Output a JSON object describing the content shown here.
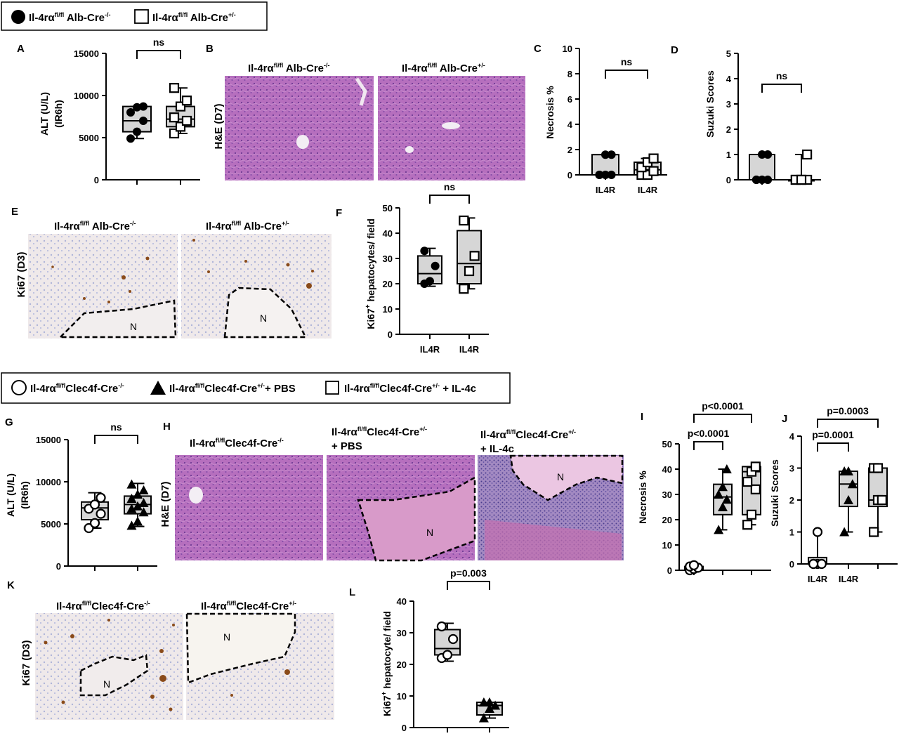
{
  "legend_top": [
    {
      "symbol": "filled-circle",
      "label": "Il-4rα",
      "sup": "fl/fl",
      "label2": " Alb-Cre",
      "sup2": "-/-"
    },
    {
      "symbol": "open-square",
      "label": "Il-4rα",
      "sup": "fl/fl",
      "label2": " Alb-Cre",
      "sup2": "+/-"
    }
  ],
  "legend_mid": [
    {
      "symbol": "open-circle",
      "label": "Il-4rα",
      "sup": "fl/fl",
      "label2": "Clec4f-Cre",
      "sup2": "-/-",
      "label3": ""
    },
    {
      "symbol": "filled-triangle",
      "label": "Il-4rα",
      "sup": "fl/fl",
      "label2": "Clec4f-Cre",
      "sup2": "+/-",
      "label3": "+ PBS"
    },
    {
      "symbol": "open-square",
      "label": "Il-4rα",
      "sup": "fl/fl",
      "label2": "Clec4f-Cre",
      "sup2": "+/-",
      "label3": " + IL-4c"
    }
  ],
  "panels": {
    "A": "A",
    "B": "B",
    "C": "C",
    "D": "D",
    "E": "E",
    "F": "F",
    "G": "G",
    "H": "H",
    "I": "I",
    "J": "J",
    "K": "K",
    "L": "L"
  },
  "image_panels": {
    "B": {
      "ylabel": "H&E (D7)",
      "titles": [
        {
          "label": "Il-4rα",
          "sup": "fl/fl",
          "label2": " Alb-Cre",
          "sup2": "-/-"
        },
        {
          "label": "Il-4rα",
          "sup": "fl/fl",
          "label2": " Alb-Cre",
          "sup2": "+/-"
        }
      ]
    },
    "E": {
      "ylabel": "Ki67 (D3)",
      "titles": [
        {
          "label": "Il-4rα",
          "sup": "fl/fl",
          "label2": " Alb-Cre",
          "sup2": "-/-"
        },
        {
          "label": "Il-4rα",
          "sup": "fl/fl",
          "label2": " Alb-Cre",
          "sup2": "+/-"
        }
      ],
      "region_label": "N"
    },
    "H": {
      "ylabel": "H&E (D7)",
      "titles": [
        {
          "label": "Il-4rα",
          "sup": "fl/fl",
          "label2": "Clec4f-Cre",
          "sup2": "-/-",
          "line2": ""
        },
        {
          "label": "Il-4rα",
          "sup": "fl/fl",
          "label2": "Clec4f-Cre",
          "sup2": "+/-",
          "line2": "+ PBS"
        },
        {
          "label": "Il-4rα",
          "sup": "fl/fl",
          "label2": "Clec4f-Cre",
          "sup2": "+/-",
          "line2": "+ IL-4c"
        }
      ],
      "region_label": "N"
    },
    "K": {
      "ylabel": "Ki67 (D3)",
      "titles": [
        {
          "label": "Il-4rα",
          "sup": "fl/fl",
          "label2": "Clec4f-Cre",
          "sup2": "-/-"
        },
        {
          "label": "Il-4rα",
          "sup": "fl/fl",
          "label2": "Clec4f-Cre",
          "sup2": "+/-"
        }
      ],
      "region_label": "N"
    }
  },
  "chart_data": [
    {
      "panel": "A",
      "type": "box",
      "ylabel": "ALT (U/L)",
      "ylabel2": "(IR6h)",
      "ylim": [
        0,
        15000
      ],
      "yticks": [
        0,
        5000,
        10000,
        15000
      ],
      "series": [
        {
          "marker": "filled-circle",
          "min": 4900,
          "q1": 5700,
          "median": 7000,
          "q3": 8700,
          "max": 8700,
          "points": [
            4900,
            5700,
            7000,
            8000,
            8600,
            8700
          ]
        },
        {
          "marker": "open-square",
          "min": 5500,
          "q1": 6300,
          "median": 7200,
          "q3": 8700,
          "max": 10900,
          "points": [
            5500,
            6300,
            7000,
            7400,
            8700,
            9400,
            10900
          ]
        }
      ],
      "xlabels": [
        "",
        ""
      ],
      "comparisons": [
        {
          "from": 0,
          "to": 1,
          "label": "ns"
        }
      ]
    },
    {
      "panel": "C",
      "type": "box",
      "ylabel": "Necrosis %",
      "ylim": [
        0,
        10
      ],
      "yticks": [
        0,
        2,
        4,
        6,
        8,
        10
      ],
      "series": [
        {
          "marker": "filled-circle",
          "min": 0,
          "q1": 0,
          "median": 0,
          "q3": 1.6,
          "max": 1.6,
          "points": [
            0,
            0,
            0,
            0,
            1.6,
            1.6
          ]
        },
        {
          "marker": "open-square",
          "min": 0,
          "q1": 0,
          "median": 0.4,
          "q3": 1.0,
          "max": 1.3,
          "points": [
            0,
            0,
            0.3,
            0.6,
            1.0,
            1.3
          ]
        }
      ],
      "xlabels": [
        "IL4R",
        "IL4R"
      ],
      "comparisons": [
        {
          "from": 0,
          "to": 1,
          "label": "ns"
        }
      ]
    },
    {
      "panel": "D",
      "type": "box",
      "ylabel": "Suzuki Scores",
      "ylim": [
        0,
        5
      ],
      "yticks": [
        0,
        1,
        2,
        3,
        4,
        5
      ],
      "series": [
        {
          "marker": "filled-circle",
          "min": 0,
          "q1": 0,
          "median": 0,
          "q3": 1,
          "max": 1,
          "points": [
            0,
            0,
            0,
            0,
            1,
            1
          ]
        },
        {
          "marker": "open-square",
          "min": 0,
          "q1": 0,
          "median": 0,
          "q3": 0,
          "max": 1,
          "points": [
            0,
            0,
            0,
            0,
            0,
            1
          ]
        }
      ],
      "xlabels": [
        "",
        ""
      ],
      "comparisons": [
        {
          "from": 0,
          "to": 1,
          "label": "ns"
        }
      ]
    },
    {
      "panel": "F",
      "type": "box",
      "ylabel": "Ki67",
      "ylabel_sup": "+",
      "ylabel_rest": " hepatocytes/ field",
      "ylim": [
        0,
        50
      ],
      "yticks": [
        0,
        10,
        20,
        30,
        40,
        50
      ],
      "series": [
        {
          "marker": "filled-circle",
          "min": 19,
          "q1": 20,
          "median": 24,
          "q3": 31,
          "max": 34,
          "points": [
            20,
            21,
            27,
            33
          ]
        },
        {
          "marker": "open-square",
          "min": 18,
          "q1": 20,
          "median": 28,
          "q3": 41,
          "max": 46,
          "points": [
            18,
            25,
            31,
            45
          ]
        }
      ],
      "xlabels": [
        "IL4R",
        "IL4R"
      ],
      "comparisons": [
        {
          "from": 0,
          "to": 1,
          "label": "ns"
        }
      ]
    },
    {
      "panel": "G",
      "type": "box",
      "ylabel": "ALT  (U/L)",
      "ylabel2": "(IR6h)",
      "ylim": [
        0,
        15000
      ],
      "yticks": [
        0,
        5000,
        10000,
        15000
      ],
      "series": [
        {
          "marker": "open-circle",
          "min": 4500,
          "q1": 5500,
          "median": 6900,
          "q3": 7600,
          "max": 8700,
          "points": [
            4500,
            5100,
            6200,
            6800,
            7300,
            8100
          ]
        },
        {
          "marker": "filled-triangle",
          "min": 4700,
          "q1": 6200,
          "median": 7300,
          "q3": 8300,
          "max": 9800,
          "points": [
            4800,
            5300,
            6400,
            6800,
            7100,
            7500,
            8000,
            8500,
            9000,
            9700
          ]
        }
      ],
      "xlabels": [
        "",
        ""
      ],
      "comparisons": [
        {
          "from": 0,
          "to": 1,
          "label": "ns"
        }
      ]
    },
    {
      "panel": "I",
      "type": "box",
      "ylabel": "Necrosis %",
      "ylim": [
        0,
        50
      ],
      "yticks": [
        0,
        10,
        20,
        30,
        40,
        50
      ],
      "series": [
        {
          "marker": "open-circle",
          "min": 0,
          "q1": 0,
          "median": 0.5,
          "q3": 1.5,
          "max": 2,
          "points": [
            0,
            0.5,
            1,
            1.5,
            2
          ]
        },
        {
          "marker": "filled-triangle",
          "min": 16,
          "q1": 22,
          "median": 29,
          "q3": 34,
          "max": 40,
          "points": [
            16,
            25,
            28,
            30,
            33,
            40
          ]
        },
        {
          "marker": "open-square",
          "min": 18,
          "q1": 22,
          "median": 39,
          "q3": 41,
          "max": 41,
          "points": [
            18,
            22,
            32,
            35,
            39,
            41
          ]
        }
      ],
      "xlabels": [
        "",
        "",
        ""
      ],
      "comparisons": [
        {
          "from": 0,
          "to": 1,
          "label": "p<0.0001"
        },
        {
          "from": 0,
          "to": 2,
          "label": "p<0.0001"
        }
      ]
    },
    {
      "panel": "J",
      "type": "box",
      "ylabel": "Suzuki Scores",
      "ylim": [
        0,
        4
      ],
      "yticks": [
        0,
        1,
        2,
        3,
        4
      ],
      "series": [
        {
          "marker": "open-circle",
          "min": 0,
          "q1": 0,
          "median": 0,
          "q3": 0.2,
          "max": 1,
          "points": [
            0,
            0,
            0,
            0,
            1
          ]
        },
        {
          "marker": "filled-triangle",
          "min": 1,
          "q1": 1.8,
          "median": 2.5,
          "q3": 2.9,
          "max": 2.9,
          "points": [
            1,
            2,
            2.5,
            2.9,
            2.9
          ]
        },
        {
          "marker": "open-square",
          "min": 1,
          "q1": 1.8,
          "median": 2,
          "q3": 3,
          "max": 3,
          "points": [
            1,
            2,
            2,
            3,
            3
          ]
        }
      ],
      "xlabels": [
        "IL4R",
        "IL4R",
        ""
      ],
      "comparisons": [
        {
          "from": 0,
          "to": 1,
          "label": "p=0.0001"
        },
        {
          "from": 0,
          "to": 2,
          "label": "p=0.0003"
        }
      ]
    },
    {
      "panel": "L",
      "type": "box",
      "ylabel": "Ki67",
      "ylabel_sup": "+",
      "ylabel_rest": " hepatocyte/ field",
      "ylim": [
        0,
        40
      ],
      "yticks": [
        0,
        10,
        20,
        30,
        40
      ],
      "series": [
        {
          "marker": "open-circle",
          "min": 21,
          "q1": 23,
          "median": 25,
          "q3": 31,
          "max": 33,
          "points": [
            22,
            23,
            28,
            32
          ]
        },
        {
          "marker": "filled-triangle",
          "min": 3,
          "q1": 4,
          "median": 7,
          "q3": 8,
          "max": 8,
          "points": [
            3,
            6,
            7,
            8,
            8
          ]
        }
      ],
      "xlabels": [
        "",
        ""
      ],
      "comparisons": [
        {
          "from": 0,
          "to": 1,
          "label": "p=0.003"
        }
      ]
    }
  ]
}
